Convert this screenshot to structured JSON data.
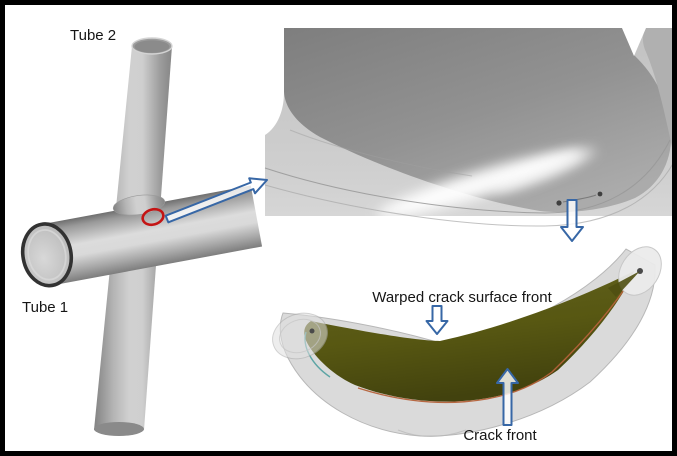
{
  "figure": {
    "title": "Tubular X-joint weld crack illustration",
    "background": "#ffffff",
    "border_color": "#000000",
    "labels": {
      "tube2": "Tube 2",
      "tube1": "Tube 1",
      "warped_crack_surface": "Warped crack surface front",
      "crack_front": "Crack front"
    },
    "colors": {
      "arrow_blue": "#3767a6",
      "arrow_fill": "rgba(255,255,255,0.85)",
      "marker_red": "#c41414",
      "crack_surface_olive": "#5c5c13",
      "crack_front_line": "#b5623a",
      "left_edge_teal": "#4f9f9f",
      "metal_gray": "#b8b8b8"
    },
    "annotations": {
      "joint_marker": "red-ellipse-marker",
      "detail_callout": "arrow-from-joint-to-weld-closeup",
      "closeup_to_crack": "arrow-from-closeup-to-crack-view",
      "warped_pointer": "down-arrow-to-crack-surface",
      "crack_front_pointer": "up-arrow-to-crack-front"
    }
  }
}
